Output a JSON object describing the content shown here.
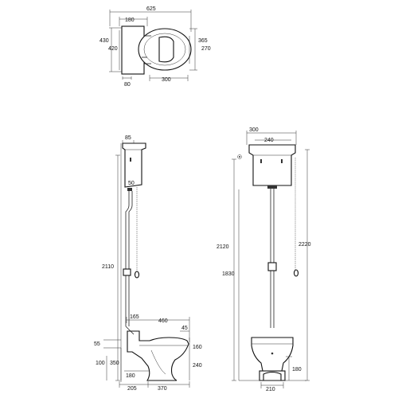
{
  "plan_view": {
    "dim_overall_width": "625",
    "dim_cistern_width": "180",
    "dim_overall_depth": "430",
    "dim_bowl_depth_left": "420",
    "dim_right_outer": "365",
    "dim_right_inner": "270",
    "dim_waste_offset": "80",
    "dim_bowl_width": "300"
  },
  "side_view": {
    "dim_cistern_depth": "85",
    "dim_flush_pipe": "50",
    "dim_total_height": "2110",
    "dim_pan_offset": "165",
    "dim_pan_projection": "460",
    "dim_seat_lip": "45",
    "dim_pipe_height": "55",
    "dim_rim_height": "160",
    "dim_outlet_height": "100",
    "dim_pan_height": "350",
    "dim_pan_base": "240",
    "dim_outlet_center": "180",
    "dim_wall_to_outlet": "205",
    "dim_pan_length": "370"
  },
  "front_view": {
    "dim_cistern_width": "300",
    "dim_cistern_inner": "240",
    "dim_height_a": "2120",
    "dim_pipe_length": "1830",
    "dim_chain_height": "2220",
    "dim_base_height": "180",
    "dim_base_width": "210"
  }
}
